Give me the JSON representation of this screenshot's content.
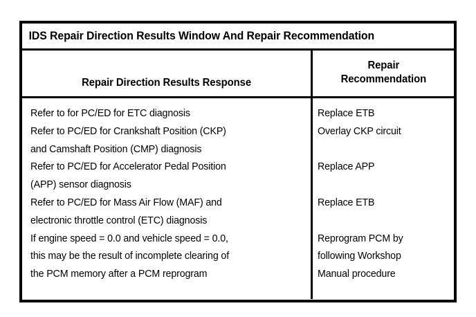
{
  "table": {
    "title": "IDS Repair Direction Results Window And Repair Recommendation",
    "columns": {
      "left_header": "Repair Direction Results Response",
      "right_header_line1": "Repair",
      "right_header_line2": "Recommendation"
    },
    "left_lines": [
      "Refer to for PC/ED for ETC diagnosis",
      "Refer to PC/ED for Crankshaft Position (CKP)",
      "and Camshaft Position (CMP) diagnosis",
      "Refer to PC/ED for Accelerator Pedal Position",
      "(APP) sensor diagnosis",
      "Refer to PC/ED for Mass Air Flow (MAF) and",
      "electronic throttle control (ETC) diagnosis",
      "If engine speed = 0.0 and vehicle speed = 0.0,",
      "this may be the result of incomplete clearing of",
      "the PCM memory after a PCM reprogram"
    ],
    "right_lines": [
      "Replace ETB",
      "Overlay CKP circuit",
      "",
      "Replace APP",
      "",
      "Replace ETB",
      "",
      "Reprogram PCM by",
      "following Workshop",
      "Manual procedure"
    ],
    "border_color": "#000000",
    "background_color": "#ffffff",
    "text_color": "#000000"
  }
}
